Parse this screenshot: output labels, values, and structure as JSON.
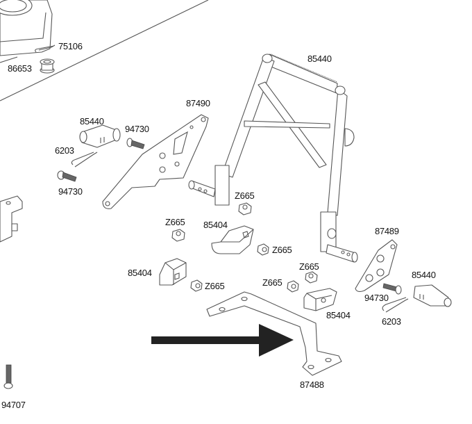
{
  "diagram": {
    "type": "exploded-parts-diagram",
    "callout_color": "#222222",
    "arrow": {
      "direction": "right",
      "points_to": "87488"
    },
    "labels": [
      {
        "id": "part-75106",
        "text": "75106"
      },
      {
        "id": "part-86653",
        "text": "86653"
      },
      {
        "id": "part-85440-top",
        "text": "85440"
      },
      {
        "id": "part-87490",
        "text": "87490"
      },
      {
        "id": "part-85440-left",
        "text": "85440"
      },
      {
        "id": "part-94730-a",
        "text": "94730"
      },
      {
        "id": "part-6203-left",
        "text": "6203"
      },
      {
        "id": "part-94730-b",
        "text": "94730"
      },
      {
        "id": "part-z665-a",
        "text": "Z665"
      },
      {
        "id": "part-z665-b",
        "text": "Z665"
      },
      {
        "id": "part-85404-a",
        "text": "85404"
      },
      {
        "id": "part-z665-c",
        "text": "Z665"
      },
      {
        "id": "part-85404-b",
        "text": "85404"
      },
      {
        "id": "part-z665-d",
        "text": "Z665"
      },
      {
        "id": "part-z665-e",
        "text": "Z665"
      },
      {
        "id": "part-z665-f",
        "text": "Z665"
      },
      {
        "id": "part-85404-c",
        "text": "85404"
      },
      {
        "id": "part-87489",
        "text": "87489"
      },
      {
        "id": "part-85440-right",
        "text": "85440"
      },
      {
        "id": "part-94730-c",
        "text": "94730"
      },
      {
        "id": "part-6203-right",
        "text": "6203"
      },
      {
        "id": "part-87488",
        "text": "87488"
      },
      {
        "id": "part-94707",
        "text": "94707"
      }
    ]
  }
}
